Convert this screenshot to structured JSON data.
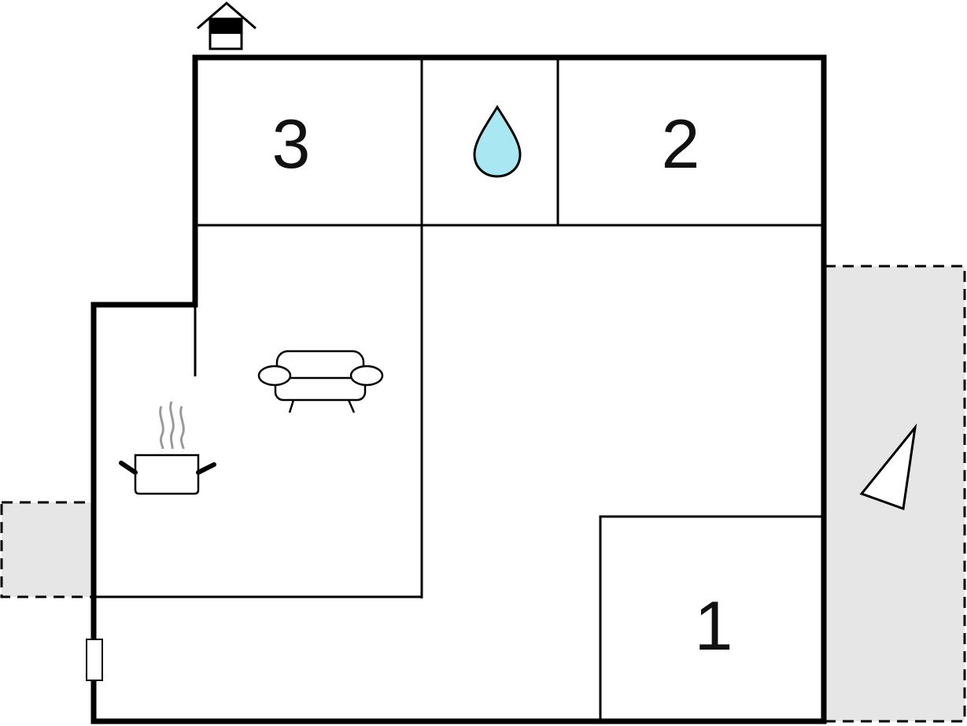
{
  "floorplan": {
    "rooms": [
      {
        "id": "bedroom-3",
        "label": "3"
      },
      {
        "id": "bedroom-2",
        "label": "2"
      },
      {
        "id": "bedroom-1",
        "label": "1"
      }
    ],
    "icons": {
      "entrance": "house-entrance-icon",
      "bathroom": "water-drop-icon",
      "living": "sofa-icon",
      "kitchen": "cooking-pot-icon",
      "compass": "north-arrow-icon"
    },
    "colors": {
      "wall": "#000000",
      "terrace_fill": "#e6e6e6",
      "water_drop": "#a9e7f2",
      "steam": "#9a9a9a"
    }
  }
}
